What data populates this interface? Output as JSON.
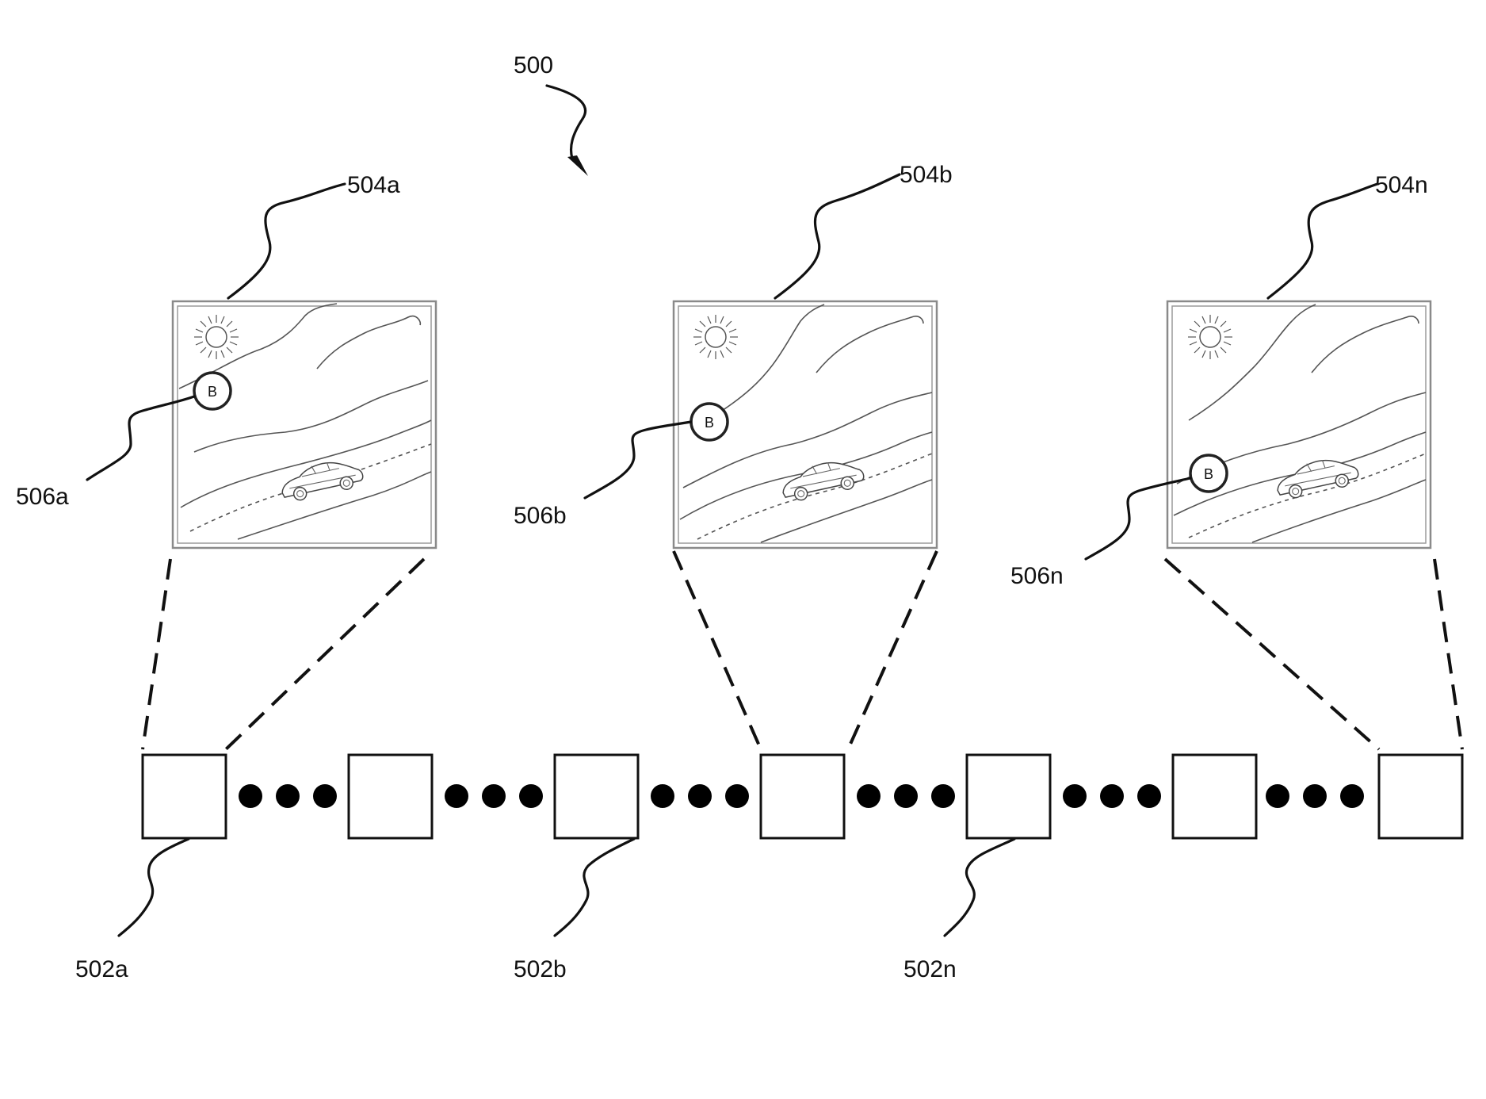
{
  "figure": {
    "reference": "500",
    "frames": [
      {
        "label": "504a",
        "object_label": "506a",
        "marker_letter": "B"
      },
      {
        "label": "504b",
        "object_label": "506b",
        "marker_letter": "B"
      },
      {
        "label": "504n",
        "object_label": "506n",
        "marker_letter": "B"
      }
    ],
    "timeline": {
      "node_labels": [
        "502a",
        "502b",
        "502n"
      ]
    }
  }
}
